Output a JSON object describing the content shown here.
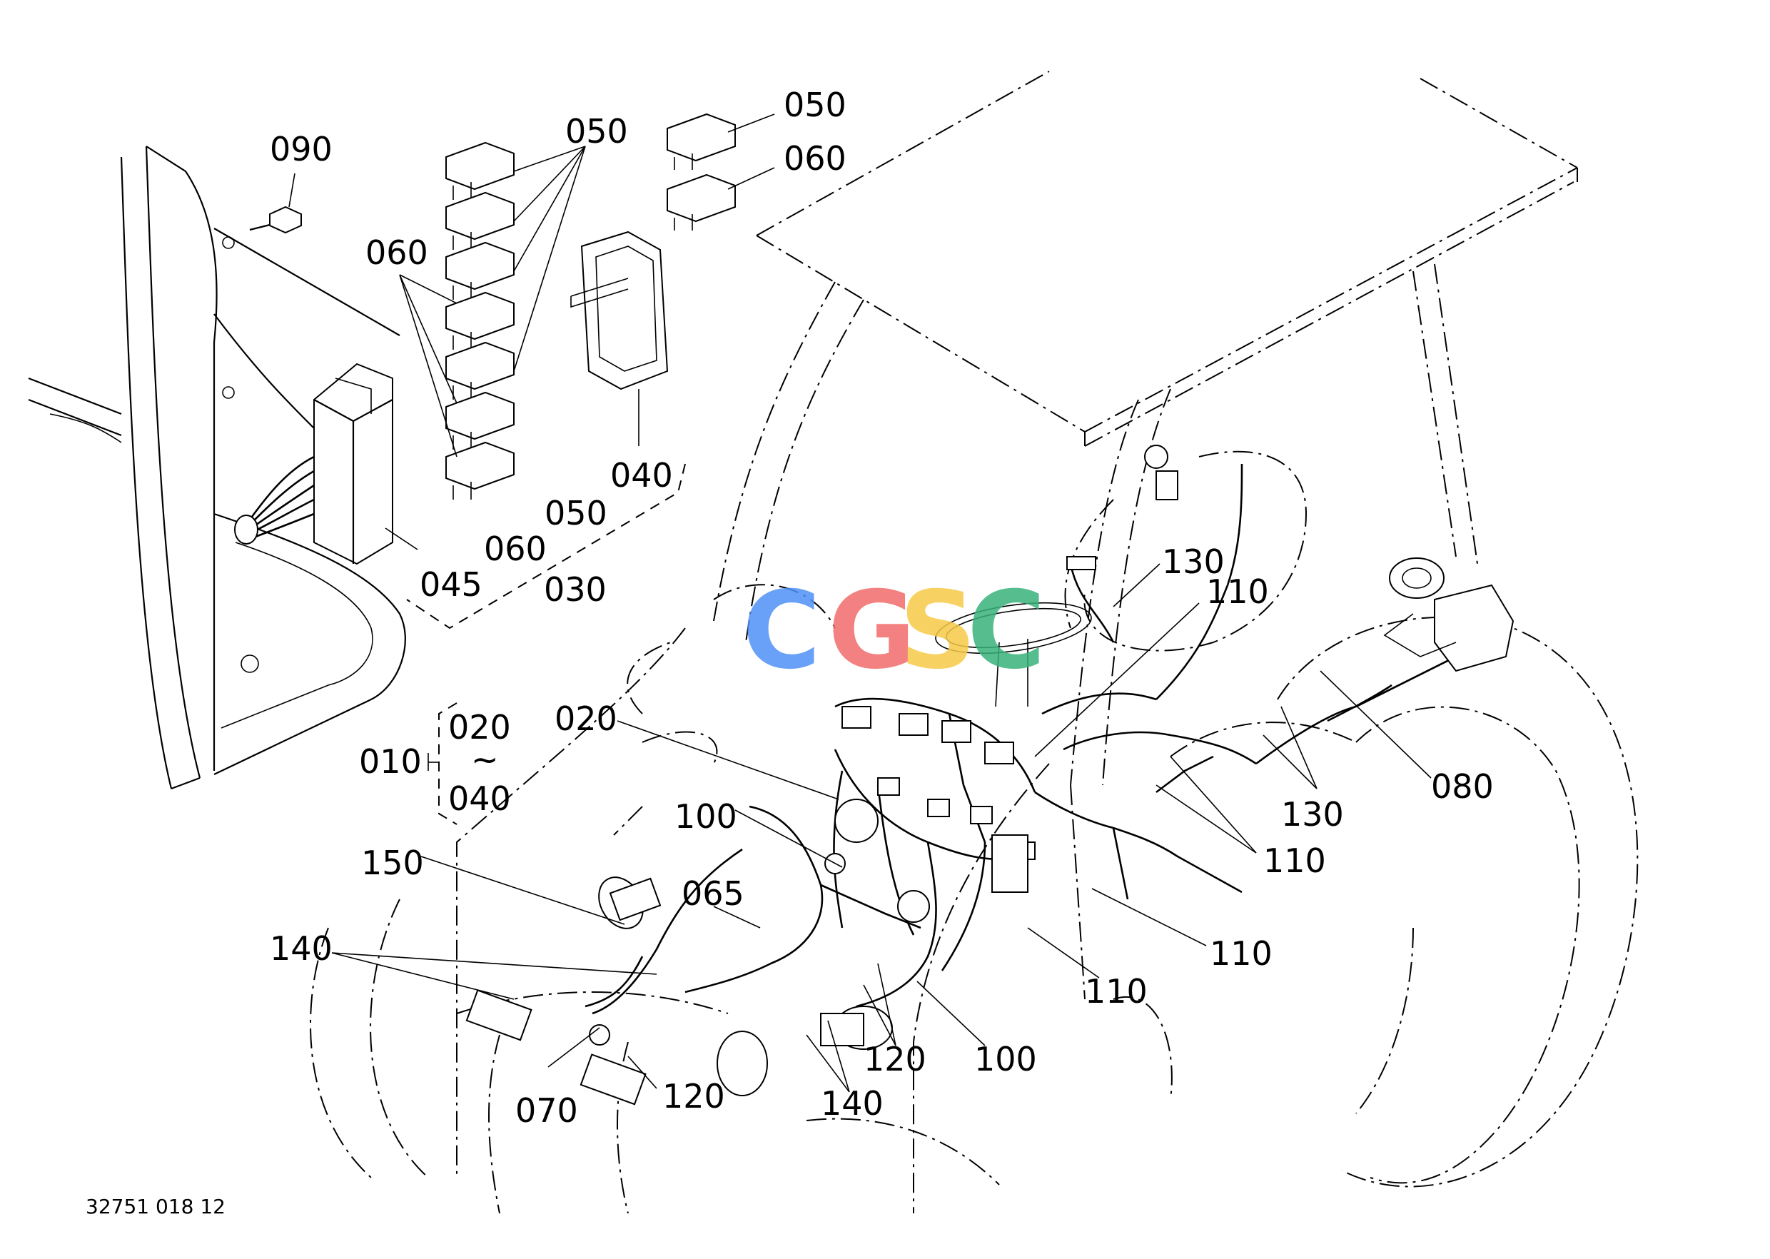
{
  "diagram": {
    "drawing_code": "32751 018 12",
    "watermark": {
      "letters": [
        "C",
        "G",
        "S",
        "C"
      ],
      "colors": [
        "#4f8ff7",
        "#f26b6b",
        "#f7c948",
        "#38b27a"
      ]
    },
    "callouts": {
      "c090": "090",
      "c050_top": "050",
      "c050_right": "050",
      "c060_right": "060",
      "c060_left": "060",
      "c040_cover": "040",
      "c050_group": "050",
      "c060_group": "060",
      "c030": "030",
      "c045": "045",
      "c010": "010",
      "c020_range": "020",
      "range_tilde": "~",
      "c040_range": "040",
      "c020": "020",
      "c130_top": "130",
      "c110_top": "110",
      "c080": "080",
      "c130_bottom": "130",
      "c110_mid": "110",
      "c110_lower": "110",
      "c110_bottom": "110",
      "c100_top": "100",
      "c065": "065",
      "c150": "150",
      "c140_left": "140",
      "c070": "070",
      "c120_left": "120",
      "c140_bottom": "140",
      "c120_right": "120",
      "c100_bottom": "100"
    }
  }
}
